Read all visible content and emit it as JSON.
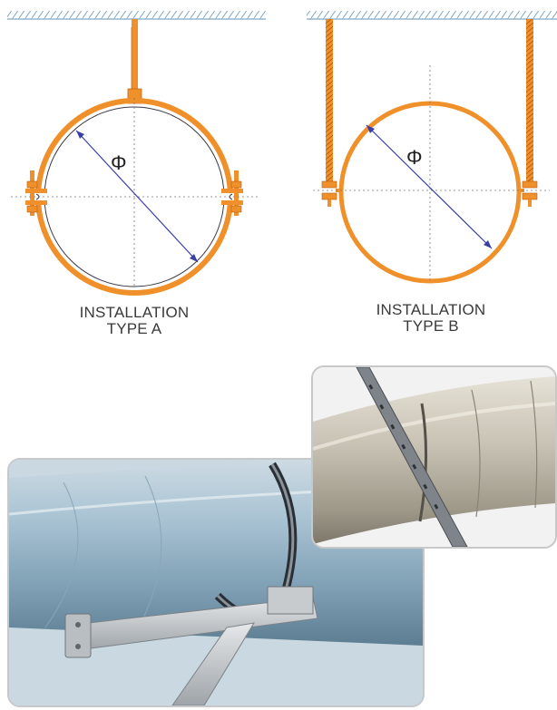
{
  "colors": {
    "clamp": "#f0902a",
    "diameter_line": "#3a3fa8",
    "ceiling": "#7fa7c7",
    "centerline": "#777777"
  },
  "diagram": {
    "type_a": {
      "label_line1": "INSTALLATION",
      "label_line2": "TYPE A",
      "diameter_symbol": "Φ"
    },
    "type_b": {
      "label_line1": "INSTALLATION",
      "label_line2": "TYPE B",
      "diameter_symbol": "Φ"
    }
  },
  "photos": [
    {
      "name": "duct-with-cantilever-bracket-photo"
    },
    {
      "name": "duct-with-strut-channel-photo"
    }
  ]
}
